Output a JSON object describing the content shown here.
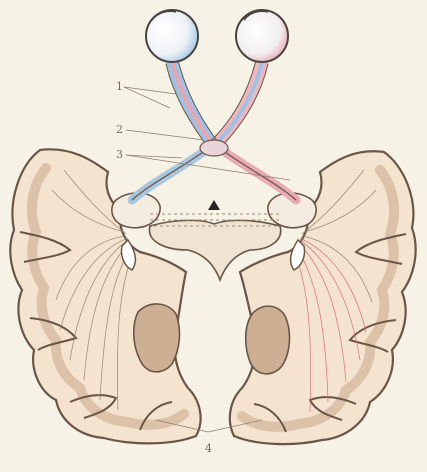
{
  "labels": {
    "l1": "1",
    "l2": "2",
    "l3": "3",
    "l4": "4"
  },
  "colors": {
    "paper": "#f7f2e6",
    "cortex_fill": "#f3e3cf",
    "cortex_stroke": "#6a5646",
    "gray_band": "#d6b89b",
    "nucleus": "#c6a78a",
    "fiber_left": "#8a7a68",
    "fiber_right_red": "#d86a7a",
    "fiber_blue": "#7aaed8",
    "eye_fill": "#f4f3f3",
    "eye_stroke": "#4a4440"
  }
}
